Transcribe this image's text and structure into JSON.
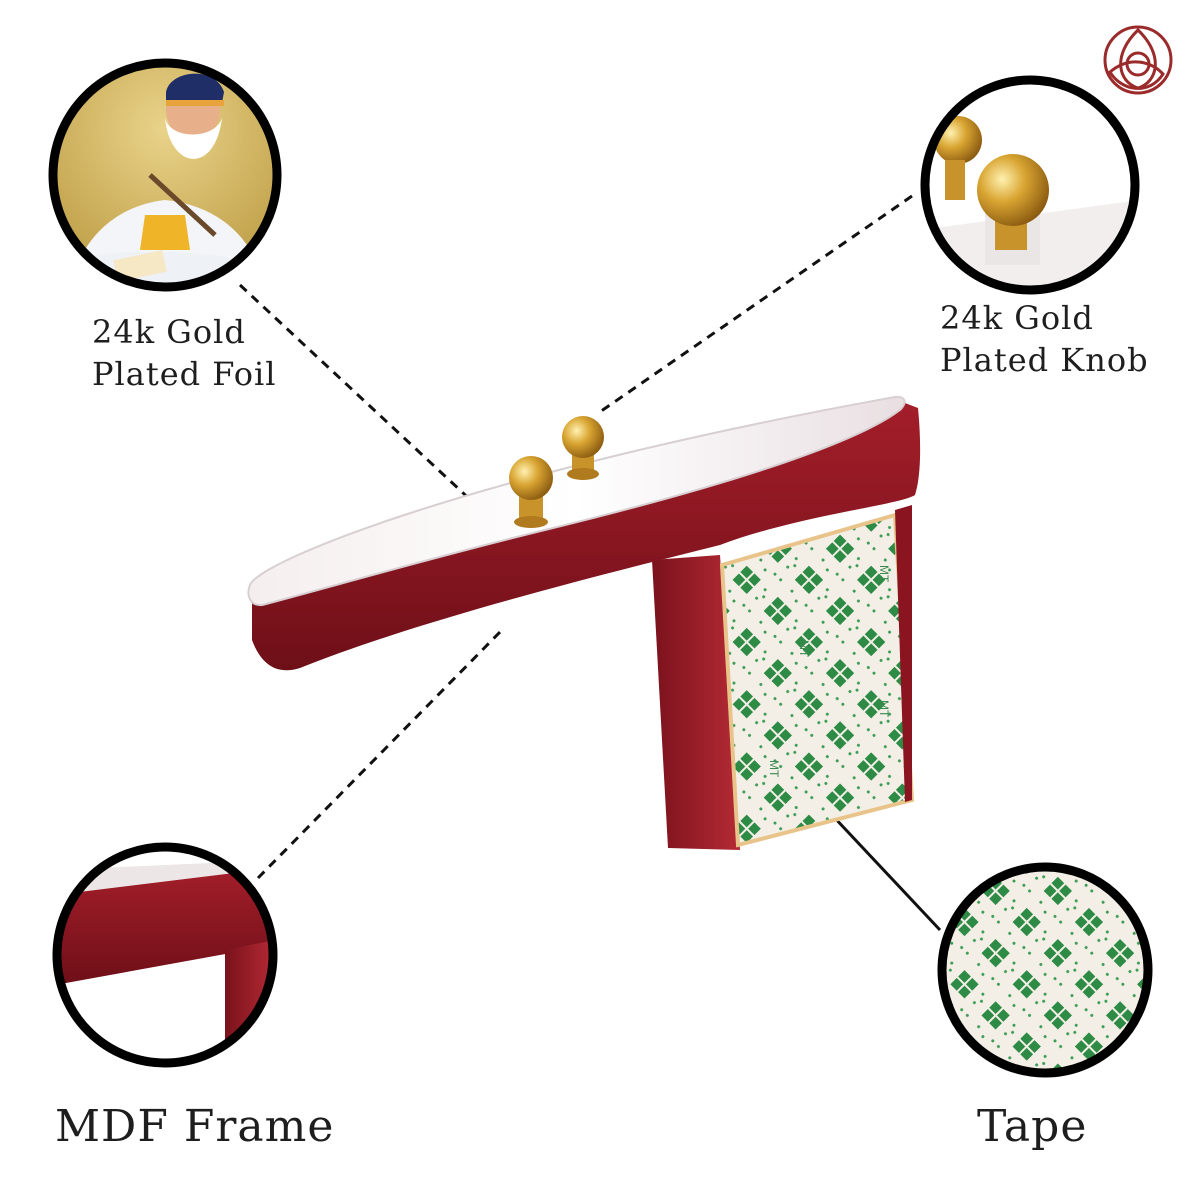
{
  "features": {
    "foil": {
      "line1": "24k Gold",
      "line2": "Plated Foil"
    },
    "knob": {
      "line1": "24k Gold",
      "line2": "Plated Knob"
    },
    "frame": {
      "label": "MDF Frame"
    },
    "tape": {
      "label": "Tape"
    }
  },
  "tape_print": "MT",
  "colors": {
    "frame_maroon": "#8a1420",
    "gold": "#d4a23a",
    "tape_green": "#2e8b45",
    "logo": "#9b2b2b"
  },
  "icons": [
    "triquetra-logo-icon"
  ]
}
